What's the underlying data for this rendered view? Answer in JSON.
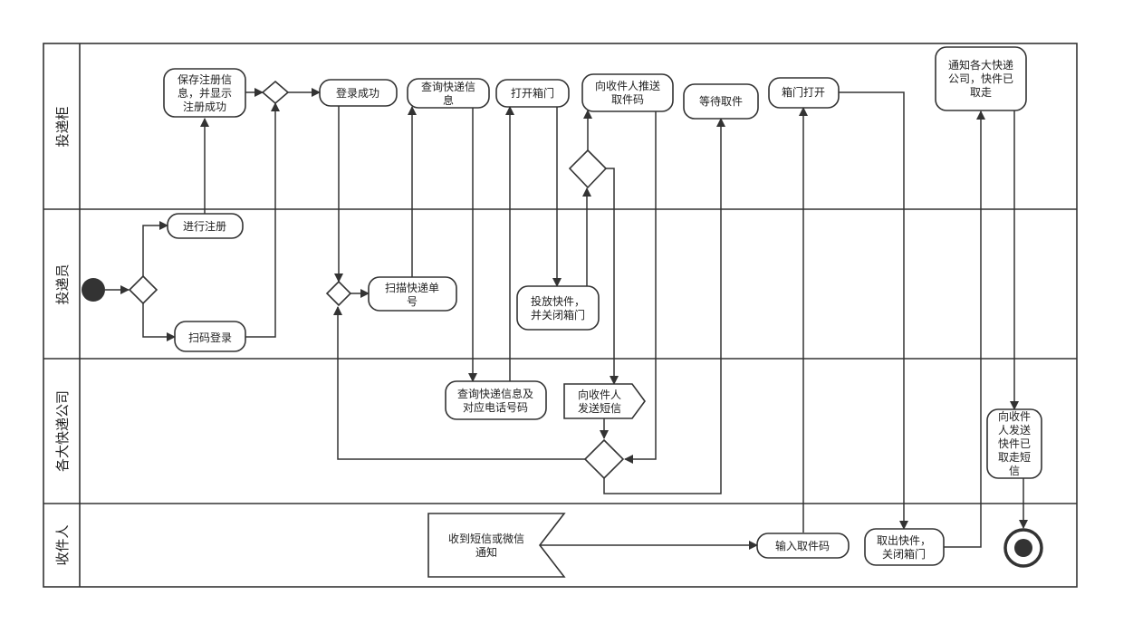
{
  "diagram": {
    "lanes": [
      {
        "id": "cabinet",
        "label": "投递柜"
      },
      {
        "id": "courier",
        "label": "投递员"
      },
      {
        "id": "company",
        "label": "各大快递公司"
      },
      {
        "id": "recipient",
        "label": "收件人"
      }
    ],
    "nodes": {
      "save_register": [
        "保存注册信",
        "息，并显示",
        "注册成功"
      ],
      "login_success": [
        "登录成功"
      ],
      "query_info": [
        "查询快递信",
        "息"
      ],
      "open_box": [
        "打开箱门"
      ],
      "push_code": [
        "向收件人推送",
        "取件码"
      ],
      "wait_pickup": [
        "等待取件"
      ],
      "box_open": [
        "箱门打开"
      ],
      "notify_companies": [
        "通知各大快递",
        "公司，快件已",
        "取走"
      ],
      "do_register": [
        "进行注册"
      ],
      "scan_login": [
        "扫码登录"
      ],
      "scan_number": [
        "扫描快递单",
        "号"
      ],
      "put_parcel": [
        "投放快件，",
        "并关闭箱门"
      ],
      "query_phone": [
        "查询快递信息及",
        "对应电话号码"
      ],
      "send_sms": [
        "向收件人",
        "发送短信"
      ],
      "sms_picked": [
        "向收件",
        "人发送",
        "快件已",
        "取走短",
        "信"
      ],
      "receive_notice": [
        "收到短信或微信",
        "通知"
      ],
      "input_code": [
        "输入取件码"
      ],
      "take_out": [
        "取出快件，",
        "关闭箱门"
      ]
    }
  }
}
